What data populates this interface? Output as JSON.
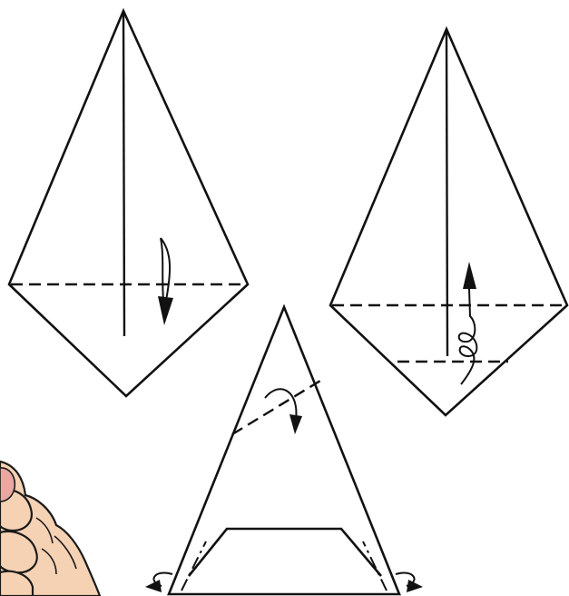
{
  "figure": {
    "steps": [
      {
        "id": "step-a",
        "fold": "valley-fold-bottom-flap-down"
      },
      {
        "id": "step-b",
        "fold": "valley-fold-bottom-flap-up-twice"
      },
      {
        "id": "step-c",
        "fold": "fold-tip-down-and-tuck-corners"
      }
    ],
    "colors": {
      "line": "#111111",
      "skin": "#f6d2b4",
      "nail": "#e9a7a0",
      "background": "#ffffff"
    },
    "icons": [
      "valley-fold-arrow",
      "fold-up-arrow",
      "mountain-fold-arrow",
      "hand-icon"
    ]
  }
}
